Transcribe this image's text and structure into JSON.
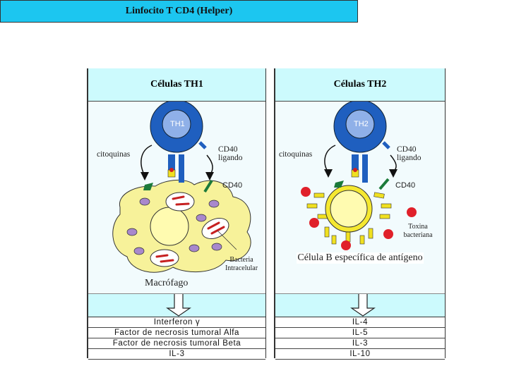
{
  "title": "Linfocito T CD4 (Helper)",
  "th1": {
    "header": "Células TH1",
    "cell_label": "TH1",
    "cytokines_label": "citoquinas",
    "cd40_ligand_label": "CD40 ligando",
    "cd40_label": "CD40",
    "bacteria_label": "Bacteria Intracelular",
    "target_label": "Macrófago",
    "products": [
      "Interferon γ",
      "Factor de necrosis tumoral Alfa",
      "Factor de necrosis tumoral Beta",
      "IL-3"
    ]
  },
  "th2": {
    "header": "Células TH2",
    "cell_label": "TH2",
    "cytokines_label": "citoquinas",
    "cd40_ligand_label": "CD40 ligando",
    "cd40_label": "CD40",
    "toxin_label": "Toxina bacteriana",
    "target_label": "Célula B específica de antígeno",
    "products": [
      "IL-4",
      "IL-5",
      "IL-3",
      "IL-10"
    ]
  },
  "colors": {
    "header": "#1cc6f0",
    "subheader": "#ccfafd",
    "tcell": "#1f5fbf",
    "macrophage": "#f7f29a",
    "bacteria": "#cc2222",
    "toxin": "#e0202a"
  }
}
